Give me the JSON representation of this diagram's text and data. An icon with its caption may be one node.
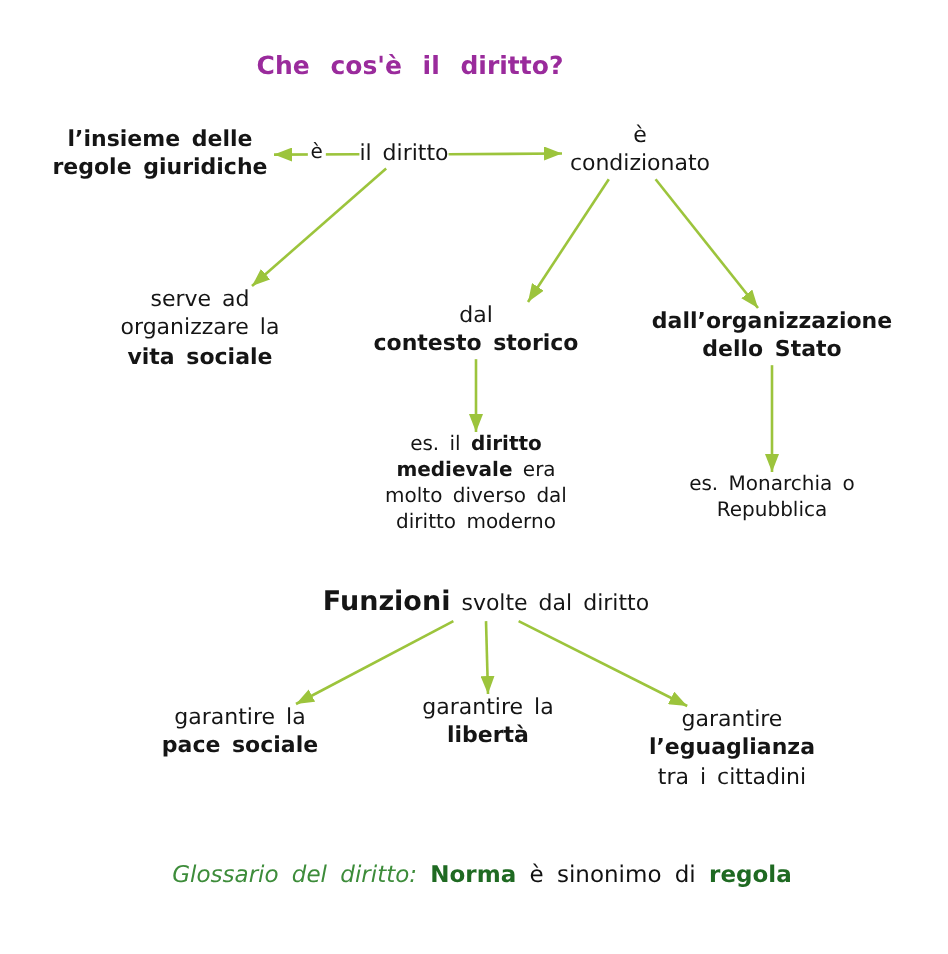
{
  "diagram": {
    "title": "Che cos'è il diritto?",
    "nodes": [
      {
        "text": [
          "l’insieme delle regole giuridiche"
        ]
      },
      {
        "text": [
          "il diritto"
        ]
      },
      {
        "text": [
          "è condizionato"
        ]
      },
      {
        "text": [
          "serve ad organizzare la **vita sociale**"
        ]
      },
      {
        "text": [
          "dal **contesto storico**"
        ]
      },
      {
        "text": [
          "dall’organizzazione dello Stato"
        ]
      },
      {
        "text": [
          "es. il **diritto medievale** era molto diverso dal diritto moderno"
        ]
      },
      {
        "text": [
          "es. Monarchia o Repubblica"
        ]
      },
      {
        "text": [
          "**Funzioni** svolte dal diritto"
        ]
      },
      {
        "text": [
          "garantire la **pace sociale**"
        ]
      },
      {
        "text": [
          "garantire la **libertà**"
        ]
      },
      {
        "text": [
          "garantire **l’eguaglianza** tra i cittadini"
        ]
      }
    ],
    "edges": [
      {
        "from": 1,
        "to": 0,
        "arrow": "to",
        "label": "è"
      },
      {
        "from": 1,
        "to": 2,
        "arrow": "to"
      },
      {
        "from": 1,
        "to": 3,
        "arrow": "to"
      },
      {
        "from": 2,
        "to": 4,
        "arrow": "to"
      },
      {
        "from": 2,
        "to": 5,
        "arrow": "to"
      },
      {
        "from": 4,
        "to": 6,
        "arrow": "to"
      },
      {
        "from": 5,
        "to": 7,
        "arrow": "to"
      },
      {
        "from": 8,
        "to": 9,
        "arrow": "to"
      },
      {
        "from": 8,
        "to": 10,
        "arrow": "to"
      },
      {
        "from": 8,
        "to": 11,
        "arrow": "to"
      }
    ],
    "labels": [
      "*Glossario del diritto:* **Norma** è sinonimo di **regola**"
    ]
  }
}
